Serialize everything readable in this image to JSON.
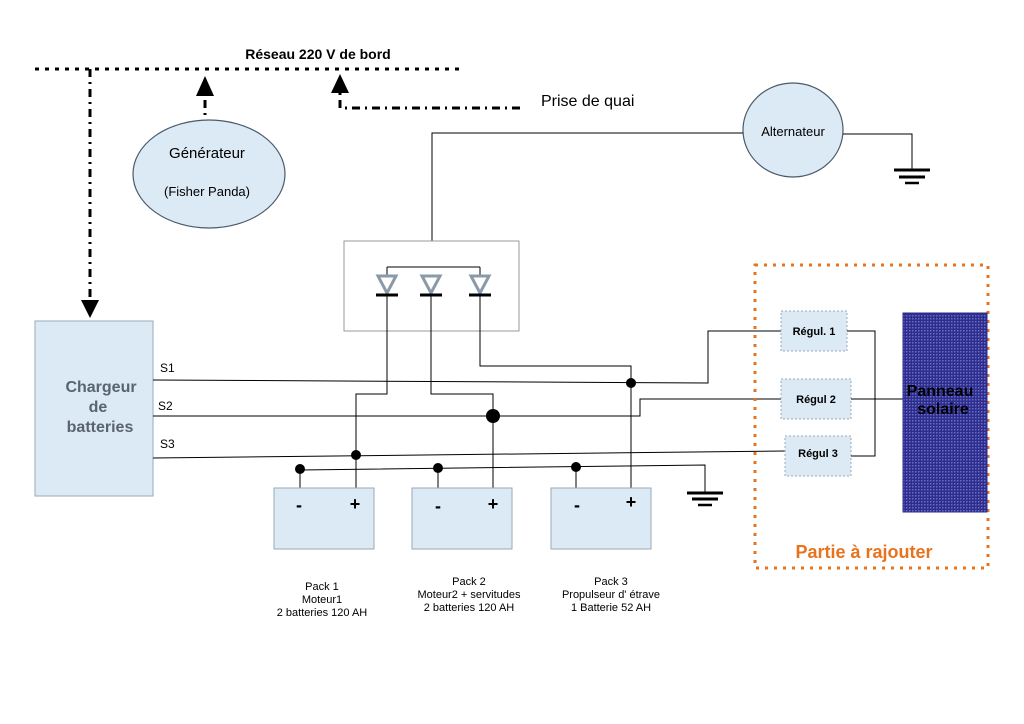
{
  "network": {
    "label": "Réseau 220 V de bord"
  },
  "shore": {
    "label": "Prise de quai"
  },
  "generator": {
    "title": "Générateur",
    "subtitle": "(Fisher Panda)"
  },
  "alternator": {
    "label": "Alternateur"
  },
  "charger": {
    "line1": "Chargeur",
    "line2": "de",
    "line3": "batteries"
  },
  "outputs": {
    "s1": "S1",
    "s2": "S2",
    "s3": "S3"
  },
  "battery_signs": {
    "minus": "-",
    "plus": "+"
  },
  "packs": [
    {
      "title": "Pack 1",
      "line2": "Moteur1",
      "line3": "2 batteries 120 AH"
    },
    {
      "title": "Pack 2",
      "line2": "Moteur2 + servitudes",
      "line3": "2 batteries 120 AH"
    },
    {
      "title": "Pack 3",
      "line2": "Propulseur d' étrave",
      "line3": "1 Batterie 52 AH"
    }
  ],
  "regulators": [
    "Régul. 1",
    "Régul 2",
    "Régul 3"
  ],
  "solar": {
    "line1": "Panneau",
    "line2": "solaire"
  },
  "addition": {
    "label": "Partie à rajouter"
  },
  "colors": {
    "box_fill": "#dceaf5",
    "box_stroke": "#9aa9b7",
    "orange": "#e8731e",
    "solar": "#3d3d9e",
    "diode": "#8a9aaa",
    "charger_text": "#5a6470"
  }
}
